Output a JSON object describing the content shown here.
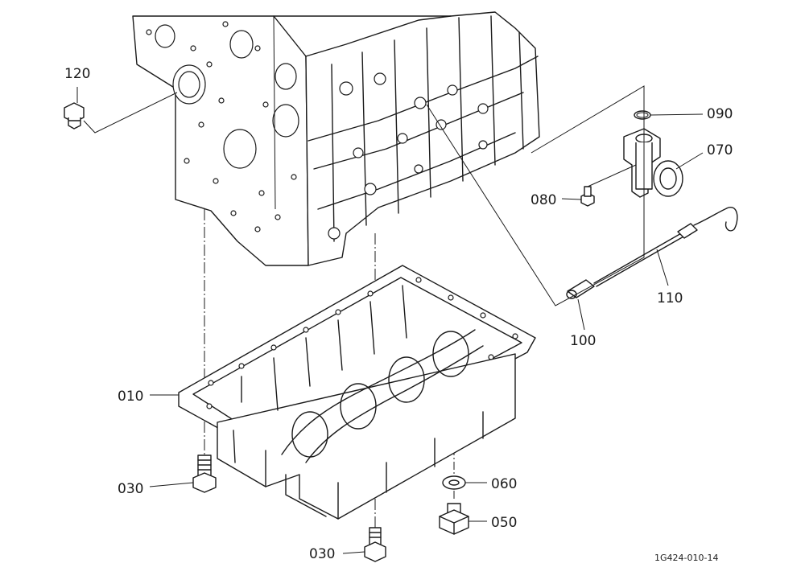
{
  "callouts": [
    {
      "id": "120",
      "label": "120"
    },
    {
      "id": "090",
      "label": "090"
    },
    {
      "id": "070",
      "label": "070"
    },
    {
      "id": "080",
      "label": "080"
    },
    {
      "id": "110",
      "label": "110"
    },
    {
      "id": "100",
      "label": "100"
    },
    {
      "id": "010",
      "label": "010"
    },
    {
      "id": "030a",
      "label": "030"
    },
    {
      "id": "060",
      "label": "060"
    },
    {
      "id": "050",
      "label": "050"
    },
    {
      "id": "030b",
      "label": "030"
    }
  ],
  "drawing_code": "1G424-010-14"
}
